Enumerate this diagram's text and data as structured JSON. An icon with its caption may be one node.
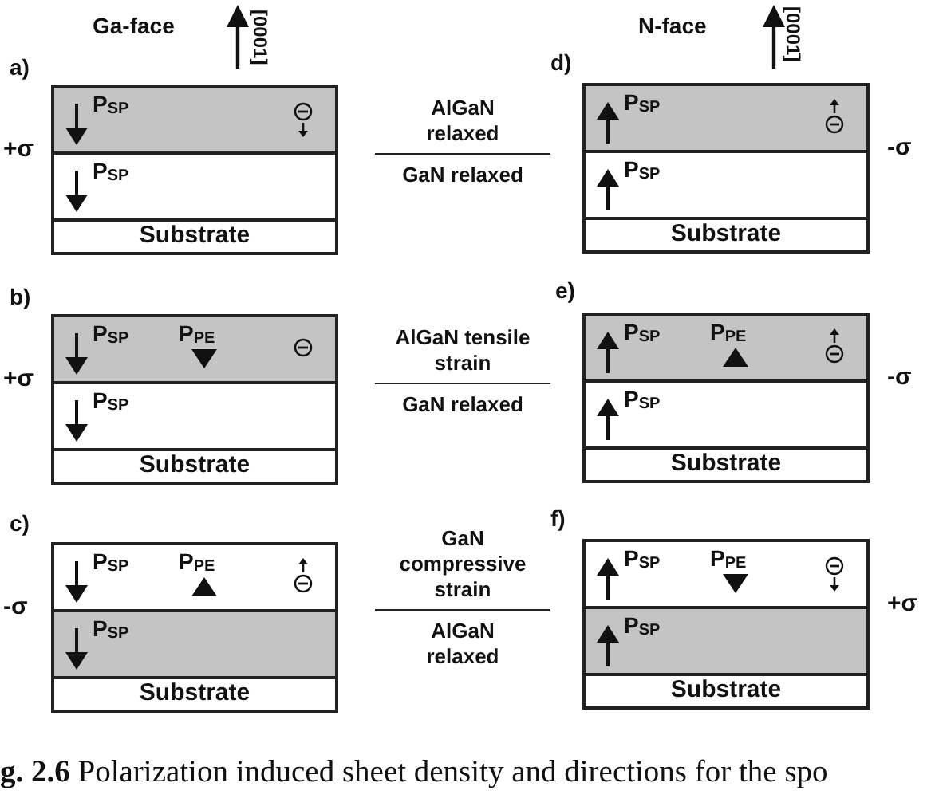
{
  "diagram": {
    "caption": "**g. 2.6** Polarization induced sheet density and directions for the spo",
    "nodes": [
      {
        "text": [
          "P$_{SP}$"
        ]
      },
      {
        "text": [
          "P$_{SP}$"
        ]
      },
      {
        "text": [
          "Substrate"
        ]
      },
      {
        "text": [
          "P$_{SP}$"
        ]
      },
      {
        "text": [
          "P$_{SP}$"
        ]
      },
      {
        "text": [
          "Substrate"
        ]
      },
      {
        "text": [
          "P$_{SP}$",
          "P$_{PE}$"
        ]
      },
      {
        "text": [
          "P$_{SP}$"
        ]
      },
      {
        "text": [
          "Substrate"
        ]
      },
      {
        "text": [
          "P$_{SP}$",
          "P$_{PE}$"
        ]
      },
      {
        "text": [
          "P$_{SP}$"
        ]
      },
      {
        "text": [
          "Substrate"
        ]
      },
      {
        "text": [
          "P$_{SP}$",
          "P$_{PE}$"
        ]
      },
      {
        "text": [
          "P$_{SP}$"
        ]
      },
      {
        "text": [
          "Substrate"
        ]
      },
      {
        "text": [
          "P$_{SP}$",
          "P$_{PE}$"
        ]
      },
      {
        "text": [
          "P$_{SP}$"
        ]
      },
      {
        "text": [
          "Substrate"
        ]
      }
    ],
    "edges": [],
    "labels": [
      "Ga-face",
      "[0001]",
      "N-face",
      "[0001̄]",
      "a)",
      "d)",
      "AlGaN relaxed",
      "+σ",
      "-σ",
      "GaN relaxed",
      "b)",
      "e)",
      "AlGaN tensile strain",
      "+σ",
      "-σ",
      "GaN relaxed",
      "c)",
      "f)",
      "GaN compressive strain",
      "-σ",
      "+σ",
      "AlGaN relaxed"
    ]
  }
}
